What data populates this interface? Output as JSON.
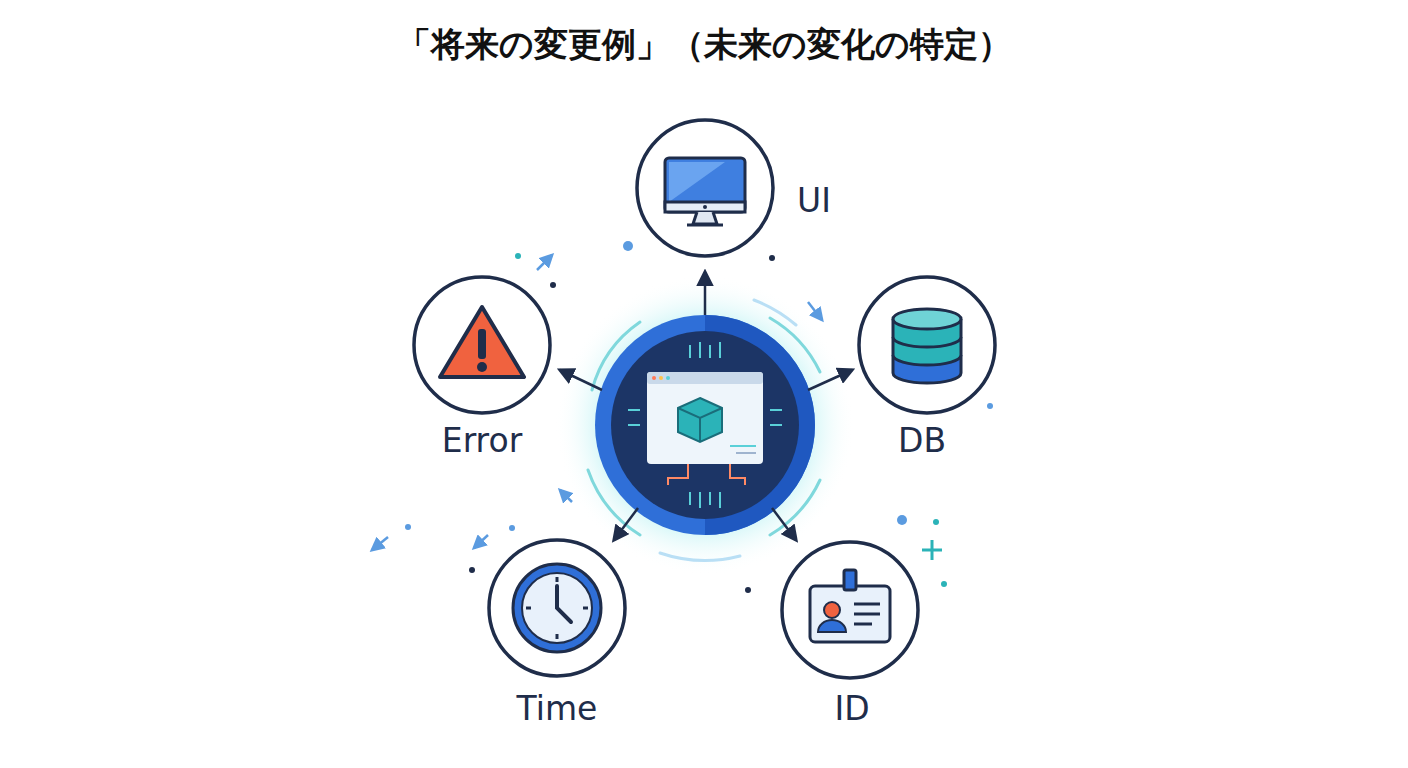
{
  "diagram": {
    "title": "「将来の変更例」（未来の変化の特定）",
    "nodes": [
      {
        "text": [
          "UI"
        ]
      },
      {
        "text": [
          "Error"
        ]
      },
      {
        "text": [
          "DB"
        ]
      },
      {
        "text": [
          "Time"
        ]
      },
      {
        "text": [
          "ID"
        ]
      }
    ]
  }
}
